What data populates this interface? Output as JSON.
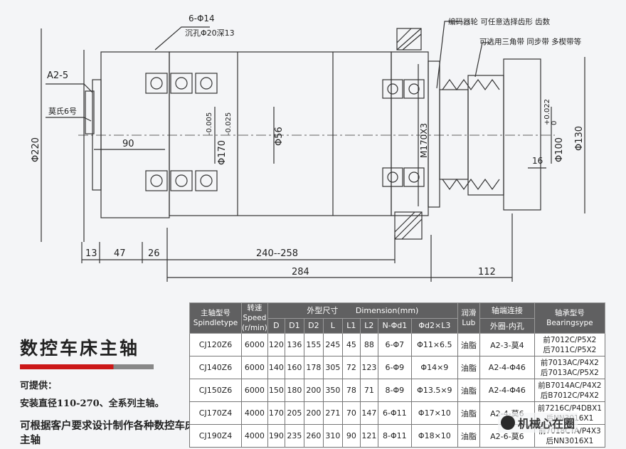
{
  "drawing": {
    "callouts": {
      "holes_count": "6-Φ14",
      "counterbore": "沉孔Φ20深13",
      "encoder": "编码器轮 可任意选择齿形 齿数",
      "pulley_option": "可选用三角带 同步带 多楔带等",
      "taper_nose": "A2-5",
      "morse_taper": "莫氏6号"
    },
    "dims": {
      "phi220": "Φ220",
      "len90": "90",
      "phi170": "Φ170",
      "tol_upper_170": "-0.005",
      "tol_lower_170": "-0.025",
      "phi56": "Φ56",
      "thread": "M170X3",
      "phi100": "Φ100",
      "tol_upper_100": "+0.022",
      "tol_lower_100": "0",
      "phi130": "Φ130",
      "len16": "16",
      "len13": "13",
      "len47": "47",
      "len26": "26",
      "len_range": "240--258",
      "len284": "284",
      "len112": "112"
    }
  },
  "title_block": {
    "title": "数控车床主轴",
    "supply_label": "可提供：",
    "supply_text": "安装直径110-270、全系列主轴。",
    "custom_text": "可根据客户要求设计制作各种数控车床主轴"
  },
  "table": {
    "header_model": [
      "主轴型号",
      "Spindletype"
    ],
    "header_speed": [
      "转速",
      "Speed",
      "(r/min)"
    ],
    "header_dim_cn": "外型尺寸",
    "header_dim_en": "Dimension(mm)",
    "header_lub": [
      "润滑",
      "Lub"
    ],
    "header_shaft": "轴端连接",
    "header_shaft_sub": "外圈-内孔",
    "header_bearing": [
      "轴承型号",
      "Bearingsype"
    ],
    "sub_headers": [
      "D",
      "D1",
      "D2",
      "L",
      "L1",
      "L2",
      "N-Φd1",
      "Φd2×L3"
    ],
    "rows": [
      {
        "model": "CJ120Z6",
        "speed": "6000",
        "D": "120",
        "D1": "136",
        "D2": "155",
        "L": "245",
        "L1": "45",
        "L2": "88",
        "N": "6-Φ7",
        "d2": "Φ11×6.5",
        "lub": "油脂",
        "shaft": "A2-3-莫4",
        "bearing_front": "前7012C/P5X2",
        "bearing_rear": "后7011C/P5X2"
      },
      {
        "model": "CJ140Z6",
        "speed": "6000",
        "D": "140",
        "D1": "160",
        "D2": "178",
        "L": "305",
        "L1": "72",
        "L2": "123",
        "N": "6-Φ9",
        "d2": "Φ14×9",
        "lub": "油脂",
        "shaft": "A2-4-Φ46",
        "bearing_front": "前7013AC/P4X2",
        "bearing_rear": "后7013AC/P5X2"
      },
      {
        "model": "CJ150Z6",
        "speed": "6000",
        "D": "150",
        "D1": "180",
        "D2": "200",
        "L": "350",
        "L1": "78",
        "L2": "71",
        "N": "8-Φ9",
        "d2": "Φ13.5×9",
        "lub": "油脂",
        "shaft": "A2-4-Φ46",
        "bearing_front": "前B7014AC/P4X2",
        "bearing_rear": "后B7012C/P4X2"
      },
      {
        "model": "CJ170Z4",
        "speed": "4000",
        "D": "170",
        "D1": "205",
        "D2": "200",
        "L": "271",
        "L1": "70",
        "L2": "147",
        "N": "6-Φ11",
        "d2": "Φ17×10",
        "lub": "油脂",
        "shaft": "A2-4-莫6",
        "bearing_front": "前7216C/P4DBX1",
        "bearing_rear": "后NN3016X1"
      },
      {
        "model": "CJ190Z4",
        "speed": "4000",
        "D": "190",
        "D1": "235",
        "D2": "260",
        "L": "310",
        "L1": "90",
        "L2": "121",
        "N": "8-Φ11",
        "d2": "Φ18×10",
        "lub": "油脂",
        "shaft": "A2-6-莫6",
        "bearing_front": "前7018CTA/P4X3",
        "bearing_rear": "后NN3016X1"
      }
    ]
  },
  "watermark": "机械心在圈"
}
